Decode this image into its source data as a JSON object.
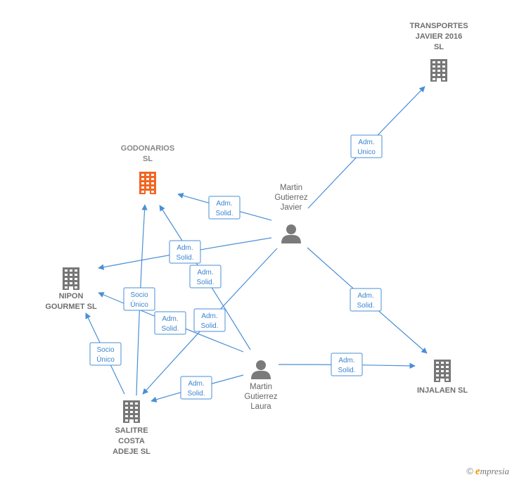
{
  "colors": {
    "edge": "#4a8fd6",
    "company": "#777777",
    "company_focus": "#f26522",
    "person": "#7a7a7a",
    "brand_accent": "#f29400"
  },
  "nodes": [
    {
      "id": "transportes",
      "kind": "company",
      "icon": "building-icon",
      "lines": [
        "TRANSPORTES",
        "JAVIER 2016",
        "SL"
      ]
    },
    {
      "id": "godonarios",
      "kind": "company-focus",
      "icon": "building-icon",
      "lines": [
        "GODONARIOS",
        "SL"
      ]
    },
    {
      "id": "martin-javier",
      "kind": "person",
      "icon": "person-icon",
      "lines": [
        "Martin",
        "Gutierrez",
        "Javier"
      ]
    },
    {
      "id": "nipon",
      "kind": "company",
      "icon": "building-icon",
      "lines": [
        "NIPON",
        "GOURMET  SL"
      ]
    },
    {
      "id": "injalaen",
      "kind": "company",
      "icon": "building-icon",
      "lines": [
        "INJALAEN  SL"
      ]
    },
    {
      "id": "martin-laura",
      "kind": "person",
      "icon": "person-icon",
      "lines": [
        "Martin",
        "Gutierrez",
        "Laura"
      ]
    },
    {
      "id": "salitre",
      "kind": "company",
      "icon": "building-icon",
      "lines": [
        "SALITRE",
        "COSTA",
        "ADEJE  SL"
      ]
    }
  ],
  "edges": [
    {
      "from": "martin-javier",
      "to": "transportes",
      "label": [
        "Adm.",
        "Unico"
      ]
    },
    {
      "from": "martin-javier",
      "to": "godonarios",
      "label": [
        "Adm.",
        "Solid."
      ]
    },
    {
      "from": "martin-javier",
      "to": "nipon",
      "label": [
        "Adm.",
        "Solid."
      ]
    },
    {
      "from": "martin-javier",
      "to": "injalaen",
      "label": [
        "Adm.",
        "Solid."
      ]
    },
    {
      "from": "martin-javier",
      "to": "salitre",
      "label": [
        "Adm.",
        "Solid."
      ]
    },
    {
      "from": "martin-laura",
      "to": "godonarios",
      "label": [
        "Adm.",
        "Solid."
      ]
    },
    {
      "from": "martin-laura",
      "to": "nipon",
      "label": [
        "Adm.",
        "Solid."
      ]
    },
    {
      "from": "martin-laura",
      "to": "injalaen",
      "label": [
        "Adm.",
        "Solid."
      ]
    },
    {
      "from": "martin-laura",
      "to": "salitre",
      "label": [
        "Adm.",
        "Solid."
      ]
    },
    {
      "from": "salitre",
      "to": "godonarios",
      "label": [
        "Socio",
        "Único"
      ]
    },
    {
      "from": "salitre",
      "to": "nipon",
      "label": [
        "Socio",
        "Único"
      ]
    }
  ],
  "footer": {
    "copyright": "©",
    "brand_initial": "e",
    "brand_rest": "mpresia"
  }
}
